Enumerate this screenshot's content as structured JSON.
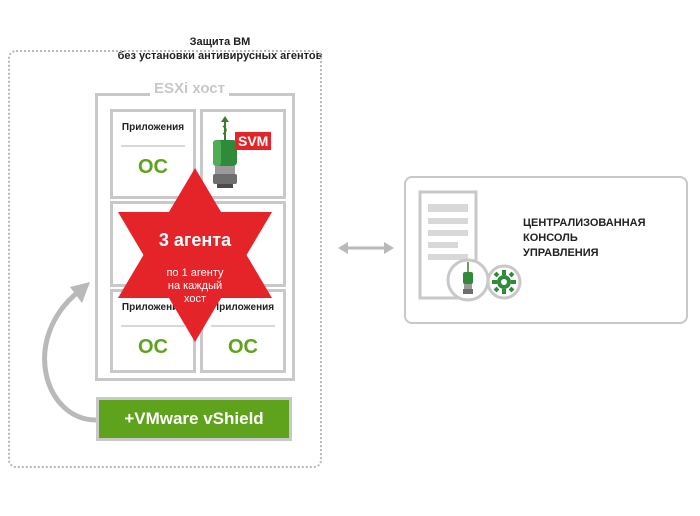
{
  "title": {
    "line1": "Защита ВМ",
    "line2": "без установки антивирусных агентов"
  },
  "host": {
    "label": "ESXi хост"
  },
  "vms": [
    {
      "apps": "Приложения",
      "os": "ОС"
    },
    {
      "svm": "SVM"
    },
    {
      "apps": "Приложения",
      "os": "ОС"
    },
    {
      "apps": "Приложения",
      "os": "ОС"
    }
  ],
  "badge": {
    "title": "3 агента",
    "line1": "по 1 агенту",
    "line2": "на каждый",
    "line3": "хост"
  },
  "vshield": {
    "label": "+VMware vShield"
  },
  "console": {
    "line1": "ЦЕНТРАЛИЗОВАННАЯ",
    "line2": "КОНСОЛЬ",
    "line3": "УПРАВЛЕНИЯ"
  },
  "colors": {
    "accent_green": "#5ea31b",
    "badge_red": "#e5242a",
    "frame_gray": "#c8c8c8"
  }
}
